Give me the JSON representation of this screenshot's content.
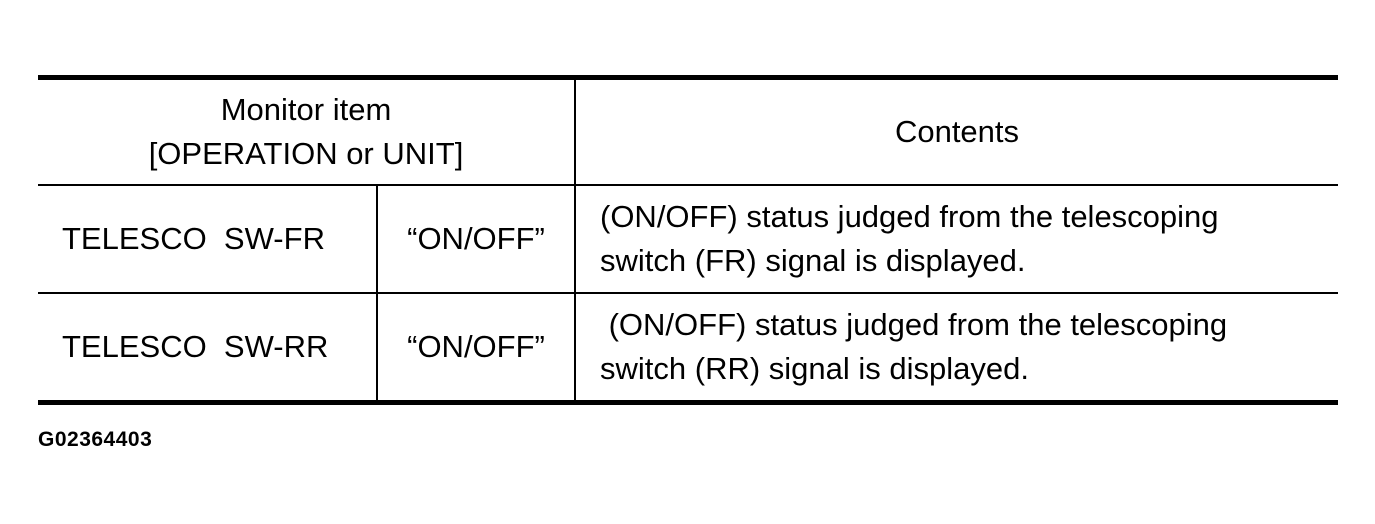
{
  "table": {
    "header": {
      "monitor_item_line1": "Monitor item",
      "monitor_item_line2": "[OPERATION or UNIT]",
      "contents": "Contents"
    },
    "rows": [
      {
        "item": "TELESCO  SW-FR",
        "value": "“ON/OFF”",
        "contents_line1": "(ON/OFF) status judged from the telescoping",
        "contents_line2": "switch (FR) signal is displayed."
      },
      {
        "item": "TELESCO  SW-RR",
        "value": "“ON/OFF”",
        "contents_line1": " (ON/OFF) status judged from the telescoping",
        "contents_line2": "switch (RR) signal is displayed."
      }
    ]
  },
  "figure_code": "G02364403"
}
